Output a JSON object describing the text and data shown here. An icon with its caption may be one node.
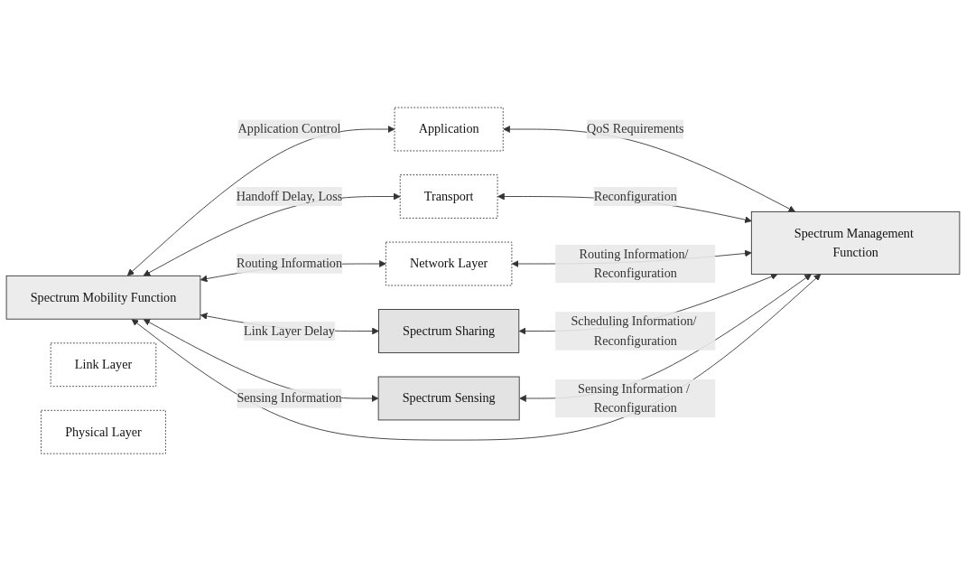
{
  "diagram": {
    "nodes": [
      {
        "text": [
          "Spectrum Mobility Function"
        ]
      },
      {
        "text": [
          "Application"
        ]
      },
      {
        "text": [
          "Transport"
        ]
      },
      {
        "text": [
          "Network Layer"
        ]
      },
      {
        "text": [
          "Spectrum Sharing"
        ]
      },
      {
        "text": [
          "Link Layer"
        ]
      },
      {
        "text": [
          "Physical Layer"
        ]
      },
      {
        "text": [
          "Spectrum Sensing"
        ]
      },
      {
        "text": [
          "Spectrum Management Function"
        ]
      }
    ],
    "edges": [
      {
        "from": 0,
        "to": 1,
        "arrow": "both",
        "label": "Application Control"
      },
      {
        "from": 1,
        "to": 8,
        "arrow": "both",
        "label": "QoS Requirements"
      },
      {
        "from": 0,
        "to": 2,
        "arrow": "both",
        "label": "Handoff Delay, Loss"
      },
      {
        "from": 2,
        "to": 8,
        "arrow": "both",
        "label": "Reconfiguration"
      },
      {
        "from": 0,
        "to": 3,
        "arrow": "both",
        "label": "Routing Information"
      },
      {
        "from": 3,
        "to": 8,
        "arrow": "both",
        "label": "Routing Information/ Reconfiguration"
      },
      {
        "from": 0,
        "to": 4,
        "arrow": "both",
        "label": "Link Layer Delay"
      },
      {
        "from": 4,
        "to": 8,
        "arrow": "both",
        "label": "Scheduling Information/ Reconfiguration"
      },
      {
        "from": 0,
        "to": 7,
        "arrow": "both",
        "label": "Sensing Information"
      },
      {
        "from": 7,
        "to": 8,
        "arrow": "both",
        "label": "Sensing Information / Reconfiguration"
      },
      {
        "from": 0,
        "to": 8,
        "arrow": "both"
      }
    ]
  }
}
